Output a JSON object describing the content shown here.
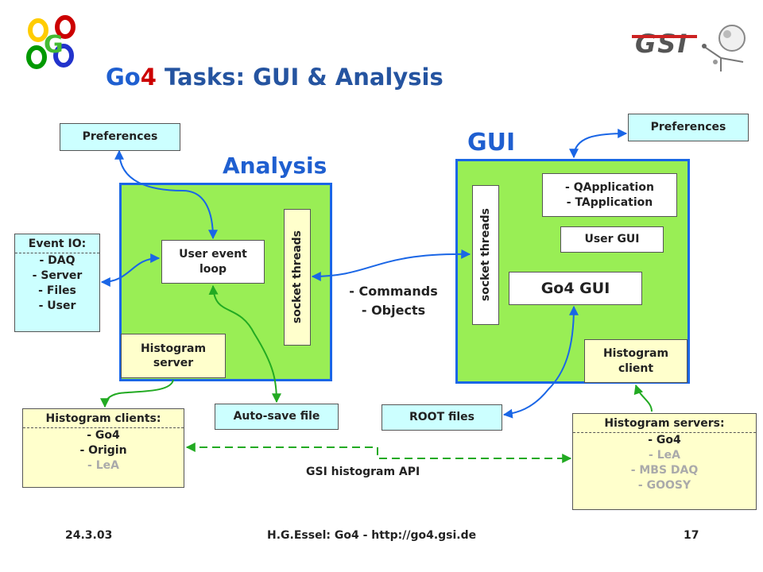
{
  "logo": {
    "letters": [
      "o",
      "o",
      "G",
      "o",
      "o"
    ],
    "colors": [
      "#ffcc00",
      "#cc0000",
      "#44bb33",
      "#009900",
      "#2233cc"
    ]
  },
  "gsi_logo": {
    "text": "GSI"
  },
  "title": {
    "part1": "Go",
    "part2": "4",
    "part3": " Tasks: GUI & Analysis"
  },
  "analysis": {
    "label": "Analysis",
    "preferences": "Preferences",
    "event_io": {
      "header": "Event IO:",
      "items": [
        "- DAQ",
        "- Server",
        "- Files",
        "- User"
      ]
    },
    "user_event_loop": [
      "User event",
      "loop"
    ],
    "socket_threads": "socket threads",
    "histogram_server": [
      "Histogram",
      "server"
    ],
    "autosave": "Auto-save file",
    "histogram_clients": {
      "header": "Histogram clients:",
      "items": [
        "- Go4",
        "- Origin",
        "- LeA"
      ]
    }
  },
  "middle": {
    "commands": "- Commands",
    "objects": "- Objects",
    "api": "GSI histogram API"
  },
  "gui": {
    "label": "GUI",
    "preferences": "Preferences",
    "qapplication": "- QApplication",
    "tapplication": "- TApplication",
    "user_gui": "User GUI",
    "go4_gui": "Go4 GUI",
    "socket_threads": "socket threads",
    "histogram_client": [
      "Histogram",
      "client"
    ],
    "root_files": "ROOT files",
    "histogram_servers": {
      "header": "Histogram servers:",
      "items": [
        "- Go4",
        "- LeA",
        "- MBS DAQ",
        "- GOOSY"
      ]
    }
  },
  "colors": {
    "blue_arrow": "#1a66e6",
    "green_arrow": "#22aa22",
    "gray_text": "#aaaaaa",
    "dark_text": "#333333"
  },
  "footer": {
    "date": "24.3.03",
    "center": "H.G.Essel: Go4 - http://go4.gsi.de",
    "page": "17"
  }
}
